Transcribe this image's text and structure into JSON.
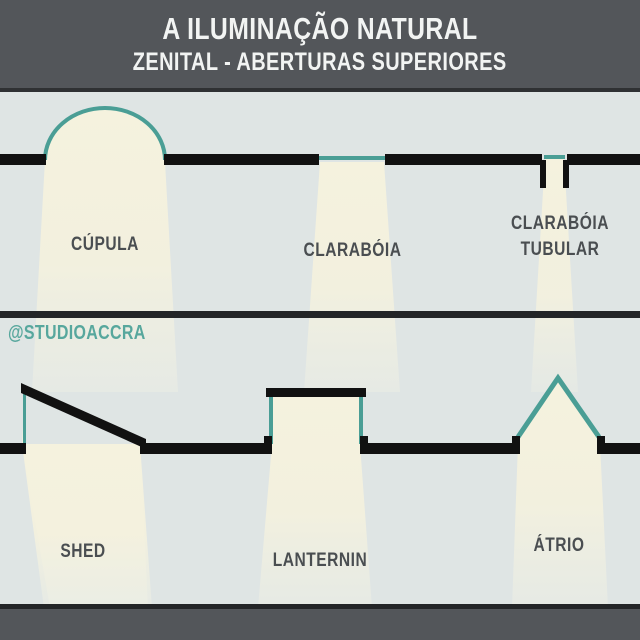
{
  "header": {
    "title_main": "A ILUMINAÇÃO NATURAL",
    "title_sub": "ZENITAL - ABERTURAS SUPERIORES"
  },
  "watermark": "@STUDIOACCRA",
  "colors": {
    "background": "#dfe5e4",
    "header_bar": "#53565a",
    "header_text": "#f2f4f3",
    "slab_black": "#111111",
    "glazing_teal": "#4a9e95",
    "light_beam": "#f4f1dd",
    "label_text": "#4a4e51",
    "watermark_teal": "#57a79d"
  },
  "diagrams": {
    "row_1": [
      {
        "id": "cupula",
        "label": "CÚPULA",
        "opening_type": "dome",
        "description": "Domed rooflight (cúpula) set in a flat slab, teal arc glazing with light spilling below"
      },
      {
        "id": "claraboia",
        "label": "CLARABÓIA",
        "opening_type": "flat-skylight",
        "description": "Flat skylight flush with the slab, teal horizontal glazing"
      },
      {
        "id": "claraboia-tubular",
        "label": "CLARABÓIA TUBULAR",
        "label_line_1": "CLARABÓIA",
        "label_line_2": "TUBULAR",
        "opening_type": "tubular-skylight",
        "description": "Narrow tubular light pipe through the slab with teal cap"
      }
    ],
    "row_2": [
      {
        "id": "shed",
        "label": "SHED",
        "opening_type": "sawtooth",
        "description": "Sawtooth / shed roof sloping down to the right with vertical teal glazing at the high side"
      },
      {
        "id": "lanternin",
        "label": "LANTERNIN",
        "opening_type": "monitor-roof",
        "description": "Raised lantern monitor with teal glazing on both vertical sides and a solid cap"
      },
      {
        "id": "atrio",
        "label": "ÁTRIO",
        "opening_type": "gabled-glazed-roof",
        "description": "Triangular gabled glazed roof over an atrium"
      }
    ]
  }
}
